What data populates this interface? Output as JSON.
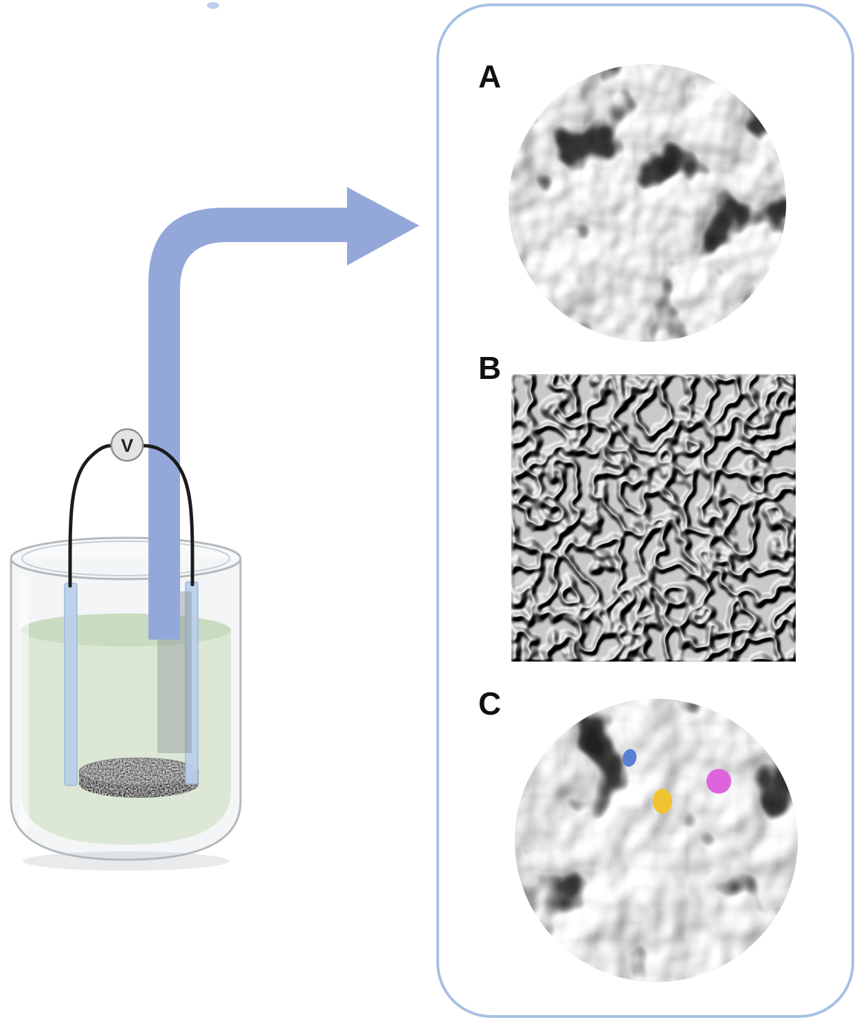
{
  "labels": {
    "panel_a": "A",
    "panel_b": "B",
    "panel_c": "C",
    "voltmeter": "V"
  },
  "colors": {
    "arrow": "#93a8d8",
    "panel_border": "#a6c0e4",
    "electrode": "#bad0ea",
    "electrode_edge": "#9ab5dc",
    "liquid": "#dce8d5",
    "liquid_surface": "#c9dcc2",
    "wire": "#1c1c1c",
    "voltmeter_fill": "#e3e3e3",
    "voltmeter_edge": "#8f8f8f"
  },
  "annotations": {
    "dots": [
      {
        "name": "blue",
        "color": "#5b7fd4"
      },
      {
        "name": "yellow",
        "color": "#f0c330"
      },
      {
        "name": "magenta",
        "color": "#de64dd"
      }
    ]
  }
}
